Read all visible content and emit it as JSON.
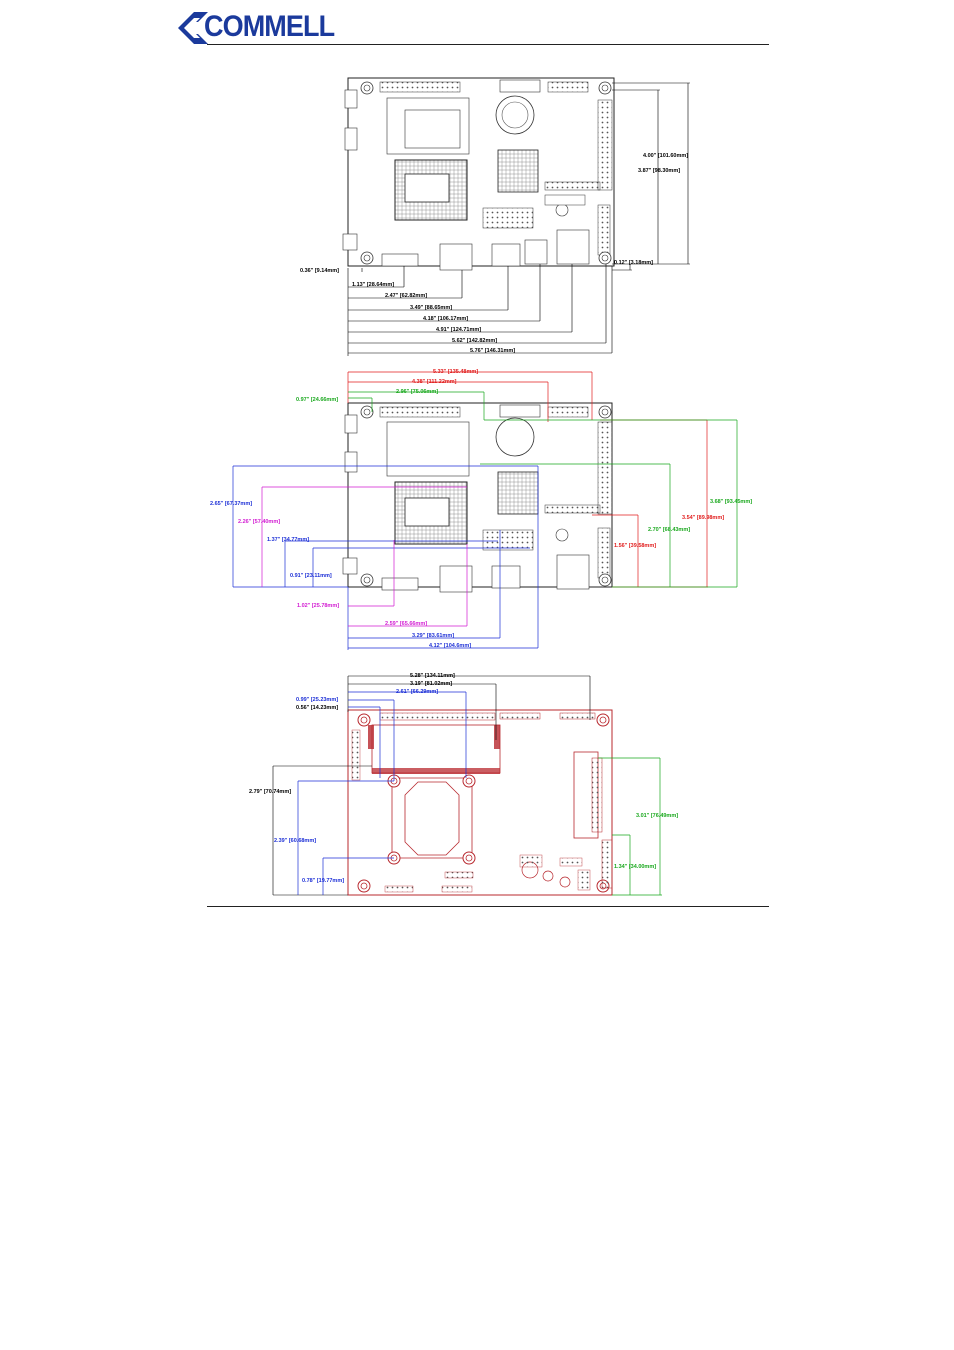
{
  "brand": {
    "name": "COMMELL",
    "color": "#1b3a9c"
  },
  "colors": {
    "black": "#000000",
    "red": "#e11d1d",
    "green": "#19a81d",
    "blue": "#1c2fd6",
    "magenta": "#d21bd2",
    "pcb_red": "#b8282e"
  },
  "diagram1": {
    "vertical": [
      {
        "label": "4.00\" [101.60mm]"
      },
      {
        "label": "3.87\" [98.30mm]"
      },
      {
        "label": "0.12\" [3.18mm]"
      }
    ],
    "horizontal": [
      {
        "label": "0.36\" [9.14mm]"
      },
      {
        "label": "1.13\" [28.64mm]"
      },
      {
        "label": "2.47\" [62.82mm]"
      },
      {
        "label": "3.49\" [88.65mm]"
      },
      {
        "label": "4.18\" [106.17mm]"
      },
      {
        "label": "4.91\" [124.71mm]"
      },
      {
        "label": "5.62\" [142.82mm]"
      },
      {
        "label": "5.76\" [146.31mm]"
      }
    ]
  },
  "diagram2": {
    "top": [
      {
        "label": "5.33\" [135.48mm]"
      },
      {
        "label": "4.38\" [111.22mm]"
      },
      {
        "label": "2.96\" [75.06mm]"
      },
      {
        "label": "0.97\" [24.66mm]"
      }
    ],
    "left": [
      {
        "label": "2.65\" [67.37mm]"
      },
      {
        "label": "2.26\" [57.40mm]"
      },
      {
        "label": "1.37\" [34.77mm]"
      },
      {
        "label": "0.91\" [23.11mm]"
      }
    ],
    "right": [
      {
        "label": "3.68\" [93.45mm]"
      },
      {
        "label": "3.54\" [89.98mm]"
      },
      {
        "label": "2.70\" [68.43mm]"
      },
      {
        "label": "1.56\" [39.58mm]"
      }
    ],
    "bottom": [
      {
        "label": "1.02\" [25.78mm]"
      },
      {
        "label": "2.59\" [65.66mm]"
      },
      {
        "label": "3.29\" [83.61mm]"
      },
      {
        "label": "4.12\" [104.6mm]"
      }
    ]
  },
  "diagram3": {
    "top": [
      {
        "label": "5.28\" [134.11mm]"
      },
      {
        "label": "3.19\" [81.02mm]"
      },
      {
        "label": "2.61\" [66.29mm]"
      },
      {
        "label": "0.99\" [25.23mm]"
      },
      {
        "label": "0.56\" [14.23mm]"
      }
    ],
    "left": [
      {
        "label": "2.79\" [70.74mm]"
      },
      {
        "label": "2.39\" [60.68mm]"
      },
      {
        "label": "0.78\" [19.77mm]"
      }
    ],
    "right": [
      {
        "label": "3.01\" [76.49mm]"
      },
      {
        "label": "1.34\" [34.00mm]"
      }
    ]
  }
}
